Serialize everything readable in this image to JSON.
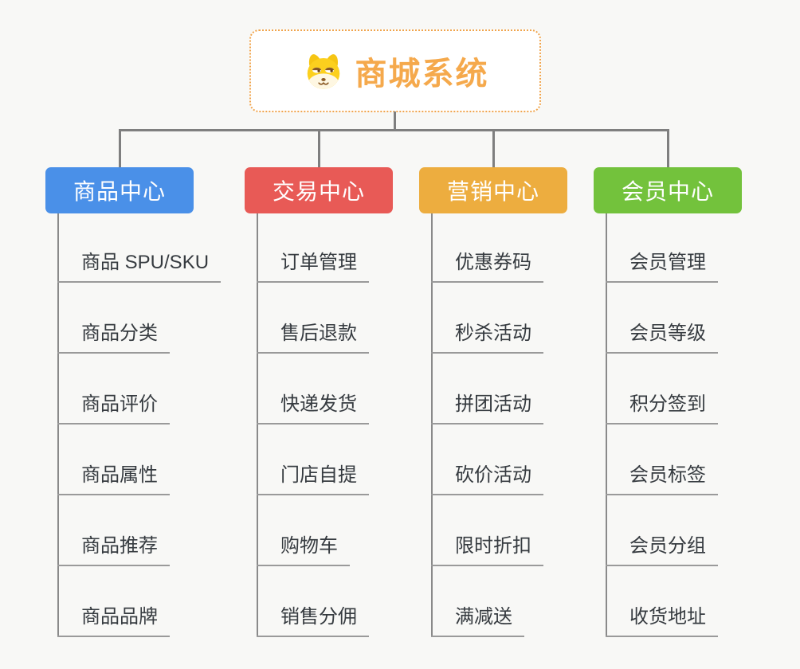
{
  "root": {
    "title": "商城系统",
    "icon": "dog-face-icon",
    "border_color": "#f0a44c",
    "text_color": "#f5a94c"
  },
  "connector_color": "#7f7f7f",
  "branches": [
    {
      "label": "商品中心",
      "color": "#4a90e8",
      "items": [
        "商品 SPU/SKU",
        "商品分类",
        "商品评价",
        "商品属性",
        "商品推荐",
        "商品品牌"
      ]
    },
    {
      "label": "交易中心",
      "color": "#e85a56",
      "items": [
        "订单管理",
        "售后退款",
        "快递发货",
        "门店自提",
        "购物车",
        "销售分佣"
      ]
    },
    {
      "label": "营销中心",
      "color": "#edad3f",
      "items": [
        "优惠券码",
        "秒杀活动",
        "拼团活动",
        "砍价活动",
        "限时折扣",
        "满减送"
      ]
    },
    {
      "label": "会员中心",
      "color": "#73c23c",
      "items": [
        "会员管理",
        "会员等级",
        "积分签到",
        "会员标签",
        "会员分组",
        "收货地址"
      ]
    }
  ]
}
